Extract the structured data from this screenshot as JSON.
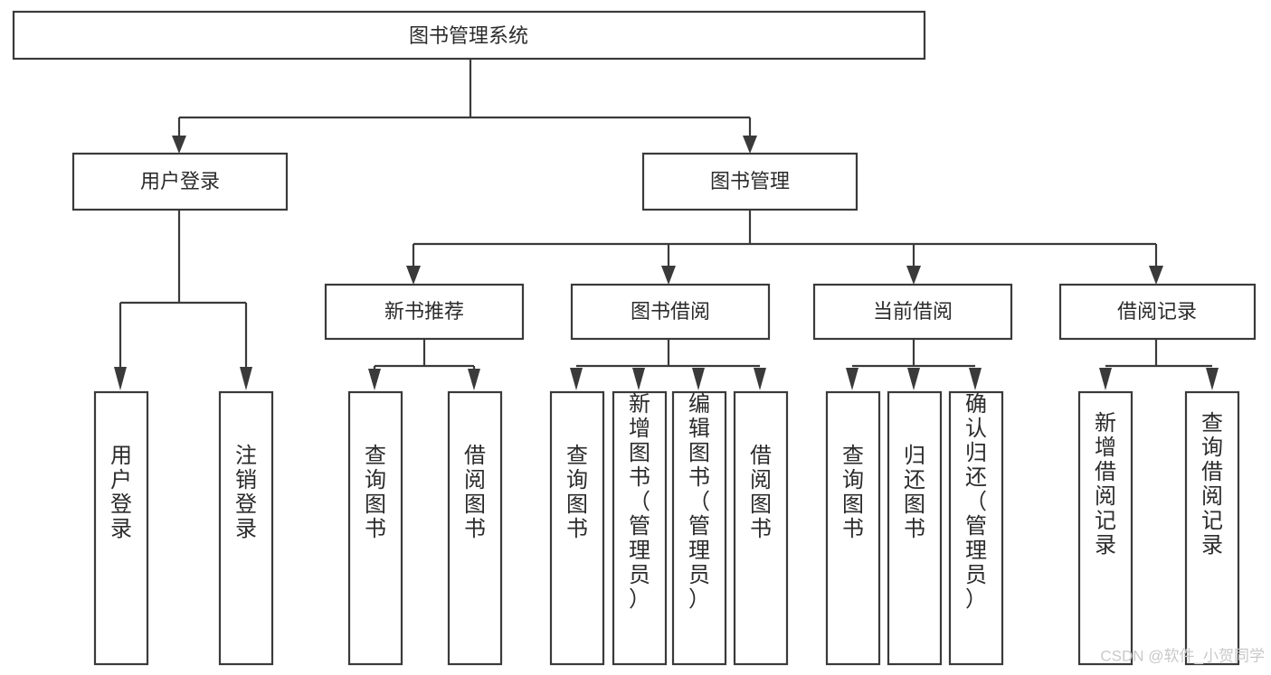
{
  "diagram": {
    "title": "图书管理系统",
    "watermark": "CSDN @软件_小贺同学",
    "root": {
      "label": "图书管理系统"
    },
    "level2": [
      {
        "label": "用户登录"
      },
      {
        "label": "图书管理"
      }
    ],
    "level3": [
      {
        "label": "新书推荐"
      },
      {
        "label": "图书借阅"
      },
      {
        "label": "当前借阅"
      },
      {
        "label": "借阅记录"
      }
    ],
    "leaves": {
      "user_login": [
        {
          "label": "用户登录"
        },
        {
          "label": "注销登录"
        }
      ],
      "new_book_recommend": [
        {
          "label": "查询图书"
        },
        {
          "label": "借阅图书"
        }
      ],
      "book_borrow": [
        {
          "label": "查询图书"
        },
        {
          "label": "新增图书（管理员）"
        },
        {
          "label": "编辑图书（管理员）"
        },
        {
          "label": "借阅图书"
        }
      ],
      "current_borrow": [
        {
          "label": "查询图书"
        },
        {
          "label": "归还图书"
        },
        {
          "label": "确认归还（管理员）"
        }
      ],
      "borrow_record": [
        {
          "label": "新增借阅记录"
        },
        {
          "label": "查询借阅记录"
        }
      ]
    },
    "colors": {
      "stroke": "#3a3a3a",
      "box_fill": "#ffffff",
      "text": "#2b2b2b",
      "watermark": "#c9c9c9",
      "background": "#ffffff"
    }
  }
}
